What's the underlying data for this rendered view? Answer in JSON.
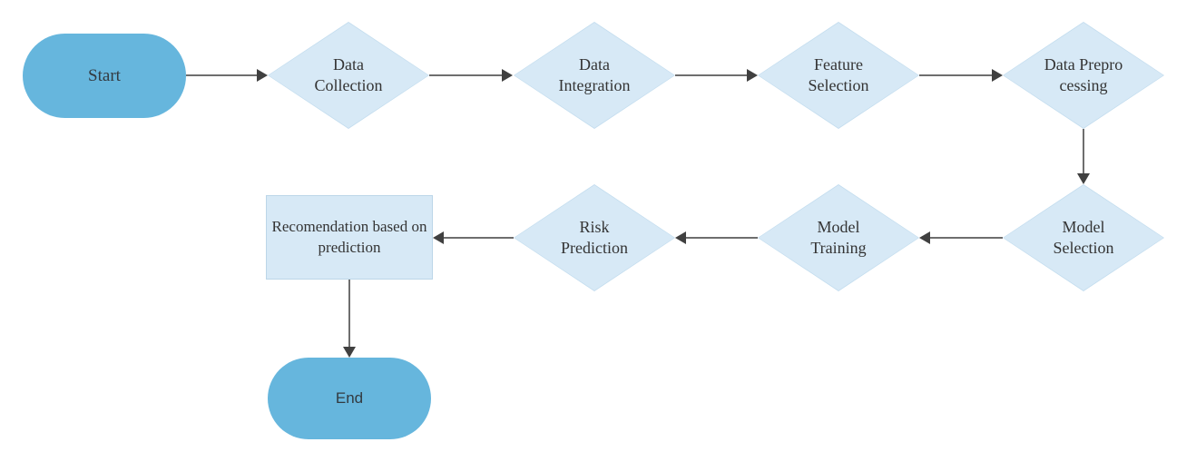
{
  "diagram": {
    "type": "flowchart",
    "background": "#ffffff",
    "colors": {
      "terminal_fill": "#66b6dd",
      "process_fill": "#d7e9f6",
      "process_border": "#bcd6e8",
      "arrow_line": "#6e6e6e",
      "arrow_head": "#404040",
      "text": "#343434"
    },
    "nodes": [
      {
        "id": "start",
        "shape": "terminal",
        "label": "Start"
      },
      {
        "id": "data-collection",
        "shape": "decision",
        "label": "Data Collection"
      },
      {
        "id": "data-integration",
        "shape": "decision",
        "label": "Data Integration"
      },
      {
        "id": "feature-selection",
        "shape": "decision",
        "label": "Feature Selection"
      },
      {
        "id": "data-preprocessing",
        "shape": "decision",
        "label": "Data Preprocessing"
      },
      {
        "id": "model-selection",
        "shape": "decision",
        "label": "Model Selection"
      },
      {
        "id": "model-training",
        "shape": "decision",
        "label": "Model Training"
      },
      {
        "id": "risk-prediction",
        "shape": "decision",
        "label": "Risk Prediction"
      },
      {
        "id": "recommendation",
        "shape": "process",
        "label": "Recomendation based on prediction"
      },
      {
        "id": "end",
        "shape": "terminal",
        "label": "End"
      }
    ],
    "edges": [
      {
        "from": "start",
        "to": "data-collection",
        "direction": "right"
      },
      {
        "from": "data-collection",
        "to": "data-integration",
        "direction": "right"
      },
      {
        "from": "data-integration",
        "to": "feature-selection",
        "direction": "right"
      },
      {
        "from": "feature-selection",
        "to": "data-preprocessing",
        "direction": "right"
      },
      {
        "from": "data-preprocessing",
        "to": "model-selection",
        "direction": "down"
      },
      {
        "from": "model-selection",
        "to": "model-training",
        "direction": "left"
      },
      {
        "from": "model-training",
        "to": "risk-prediction",
        "direction": "left"
      },
      {
        "from": "risk-prediction",
        "to": "recommendation",
        "direction": "left"
      },
      {
        "from": "recommendation",
        "to": "end",
        "direction": "down"
      }
    ]
  }
}
